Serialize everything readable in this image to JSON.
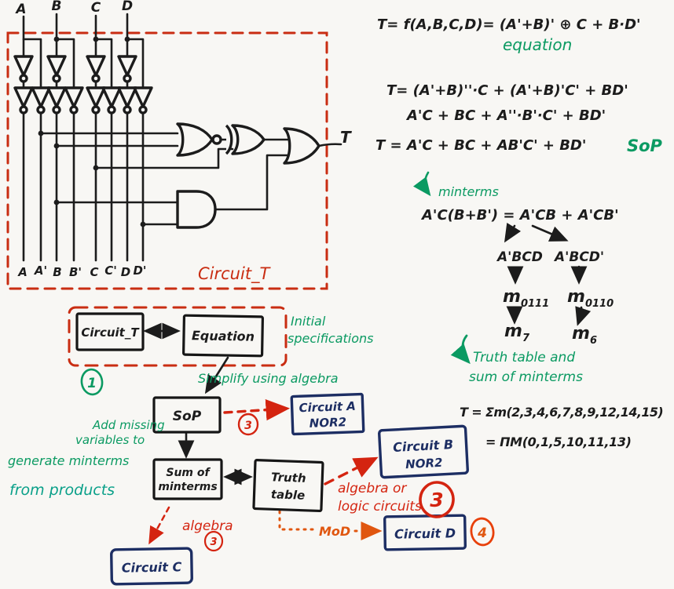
{
  "colors": {
    "ink": "#1c1c1c",
    "red": "#d42410",
    "dashed_red": "#c92d12",
    "green": "#0b9a62",
    "teal": "#0aa089",
    "navy": "#1d2e63",
    "orange": "#e0560f",
    "paper": "#f8f7f4"
  },
  "circuit": {
    "inputs": [
      "A",
      "B",
      "C",
      "D"
    ],
    "rail_labels": [
      "A",
      "A'",
      "B",
      "B'",
      "C",
      "C'",
      "D",
      "D'"
    ],
    "output_label": "T",
    "box_label": "Circuit_T",
    "gates": [
      "nor",
      "xor",
      "or",
      "and"
    ]
  },
  "equations": {
    "line1": "T= f(A,B,C,D)= (A'+B)' ⊕ C + B·D'",
    "equation_label": "equation",
    "line2": "T= (A'+B)''·C + (A'+B)'C' + BD'",
    "line3": "A'C + BC + A''·B'·C' + BD'",
    "line4": "T = A'C + BC + AB'C' + BD'",
    "sop_label": "SoP",
    "minterms_label": "minterms",
    "line5": "A'C(B+B') = A'CB + A'CB'",
    "term_left": "A'BCD",
    "term_right": "A'BCD'",
    "m_left": {
      "base": "m",
      "sub": "0111"
    },
    "m_right": {
      "base": "m",
      "sub": "0110"
    },
    "m7": {
      "base": "m",
      "sub": "7"
    },
    "m6": {
      "base": "m",
      "sub": "6"
    },
    "truth_note_line1": "Truth table and",
    "truth_note_line2": "sum of minterms",
    "sum_of_minterms": "T = Σm(2,3,4,6,7,8,9,12,14,15)",
    "product_of_maxterms": "= ΠM(0,1,5,10,11,13)"
  },
  "flowchart": {
    "boxes": {
      "circuit_t": "Circuit_T",
      "equation": "Equation",
      "sop": "SoP",
      "sum_line1": "Sum of",
      "sum_line2": "minterms",
      "truth_line1": "Truth",
      "truth_line2": "table",
      "circuit_a_line1": "Circuit A",
      "circuit_a_line2": "NOR2",
      "circuit_b_line1": "Circuit B",
      "circuit_b_line2": "NOR2",
      "circuit_c": "Circuit C",
      "circuit_d": "Circuit D"
    },
    "annotations": {
      "initial_line1": "Initial",
      "initial_line2": "specifications",
      "simplify": "Simplify using algebra",
      "add_missing_line1": "Add missing",
      "add_missing_line2": "variables to",
      "add_missing_line3": "generate minterms",
      "add_missing_line4": "from products",
      "algebra": "algebra",
      "algebra_or_line1": "algebra or",
      "algebra_or_line2": "logic circuits",
      "mod": "MoD"
    },
    "steps": {
      "one": "1",
      "three_sop": "3",
      "three_algebra": "3",
      "three_big": "3",
      "four": "4"
    }
  }
}
